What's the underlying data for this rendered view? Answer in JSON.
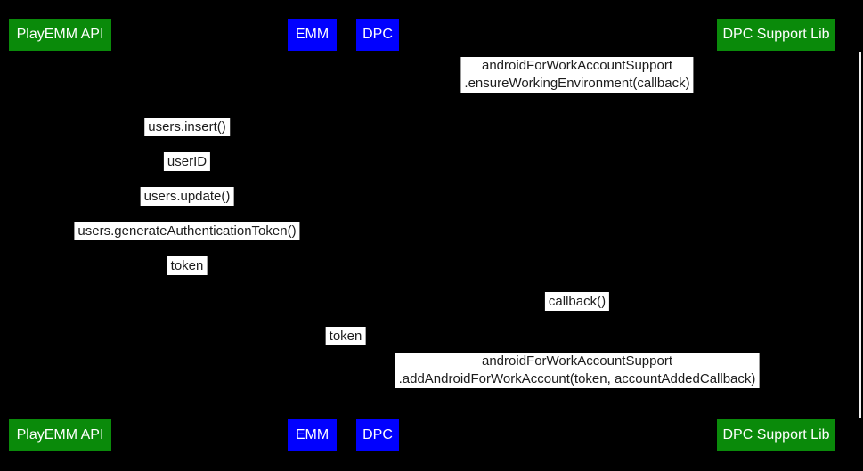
{
  "colors": {
    "background": "#000000",
    "actor_green": "#0a8a0a",
    "actor_blue": "#0101fe",
    "label_bg": "#ffffff",
    "label_text": "#1c1c1c",
    "lifeline": "#f0f0f0"
  },
  "actors": [
    {
      "label": "PlayEMM API",
      "color": "green"
    },
    {
      "label": "EMM",
      "color": "blue"
    },
    {
      "label": "DPC",
      "color": "blue"
    },
    {
      "label": "DPC Support Lib",
      "color": "green"
    }
  ],
  "messages": [
    {
      "lines": [
        "androidForWorkAccountSupport",
        ".ensureWorkingEnvironment(callback)"
      ]
    },
    {
      "text": "users.insert()"
    },
    {
      "text": "userID"
    },
    {
      "text": "users.update()"
    },
    {
      "text": "users.generateAuthenticationToken()"
    },
    {
      "text": "token"
    },
    {
      "text": "callback()"
    },
    {
      "text": "token"
    },
    {
      "lines": [
        "androidForWorkAccountSupport",
        ".addAndroidForWorkAccount(token, accountAddedCallback)"
      ]
    }
  ]
}
